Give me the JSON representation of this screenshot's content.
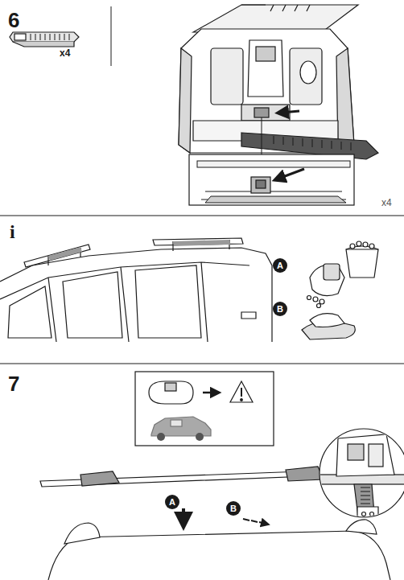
{
  "diagram": {
    "nodes": [
      {
        "text": [
          "A"
        ]
      },
      {
        "text": [
          "B"
        ]
      },
      {
        "text": [
          "A"
        ]
      },
      {
        "text": [
          "B"
        ]
      }
    ],
    "labels": [
      "6",
      "x4",
      "x4",
      "i",
      "7"
    ]
  }
}
